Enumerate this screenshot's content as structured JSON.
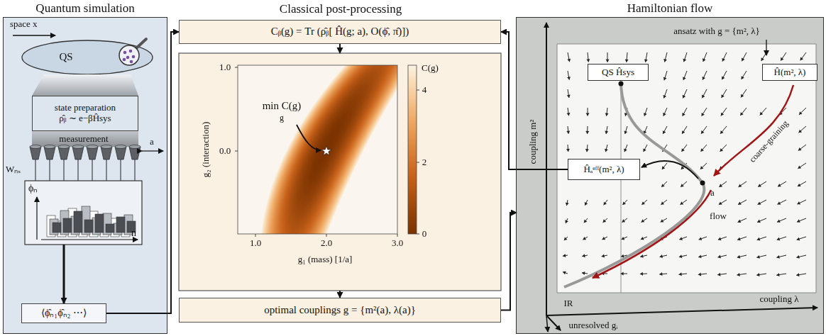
{
  "diagram": {
    "nodes": [
      {
        "text": [
          "Quantum simulation"
        ]
      },
      {
        "text": [
          "QS"
        ],
        "in": 0
      },
      {
        "text": [
          "state preparation",
          "ρ̂ᵦ ∼ e−βĤsys"
        ],
        "in": 0
      },
      {
        "text": [
          "ϕₙ",
          "n"
        ],
        "in": 0
      },
      {
        "text": [
          "⟨ϕ̂ₙ₁ϕ̂ₙ₂ ⋯⟩"
        ],
        "in": 0
      },
      {
        "text": [
          "Cᵦ(g) = Tr (ρ̂ᵦ[ Ĥ(g; a), O(ϕ̂, π̂)])"
        ]
      },
      {
        "text": [
          "C(g)",
          "g₂ (interaction)",
          "g₁ (mass) [1/a]"
        ]
      },
      {
        "text": [
          "optimal couplings g = {m²(a), λ(a)}"
        ]
      },
      {
        "text": [
          "Hamiltonian flow"
        ]
      },
      {
        "text": [
          "QS Ĥsys"
        ],
        "in": 8
      },
      {
        "text": [
          "Ĥ(m², λ)"
        ],
        "in": 8
      },
      {
        "text": [
          "Ĥₐᵉᶠᶠ(m², λ)"
        ],
        "in": 8
      }
    ],
    "edges": [
      {
        "from": 3,
        "to": 4,
        "arrow": "to"
      },
      {
        "from": 4,
        "to": 5,
        "arrow": "to"
      },
      {
        "from": 5,
        "to": 6,
        "arrow": "to"
      },
      {
        "from": 6,
        "to": 7,
        "arrow": "to"
      },
      {
        "from": 7,
        "to": 8,
        "arrow": "to"
      },
      {
        "from": 11,
        "to": 5,
        "arrow": "to"
      }
    ],
    "labels": [
      "Classical post-processing",
      "space x",
      "measurement",
      "a",
      "Wₙₓ",
      "1.0",
      "0.0",
      "1.0",
      "2.0",
      "3.0",
      "0",
      "2",
      "4",
      "min C(g)",
      "g",
      "ansatz with g = {m², λ}",
      "coupling m²",
      "coupling λ",
      "coarse-graining",
      "a",
      "flow",
      "IR",
      "unresolved gᵢ"
    ]
  }
}
